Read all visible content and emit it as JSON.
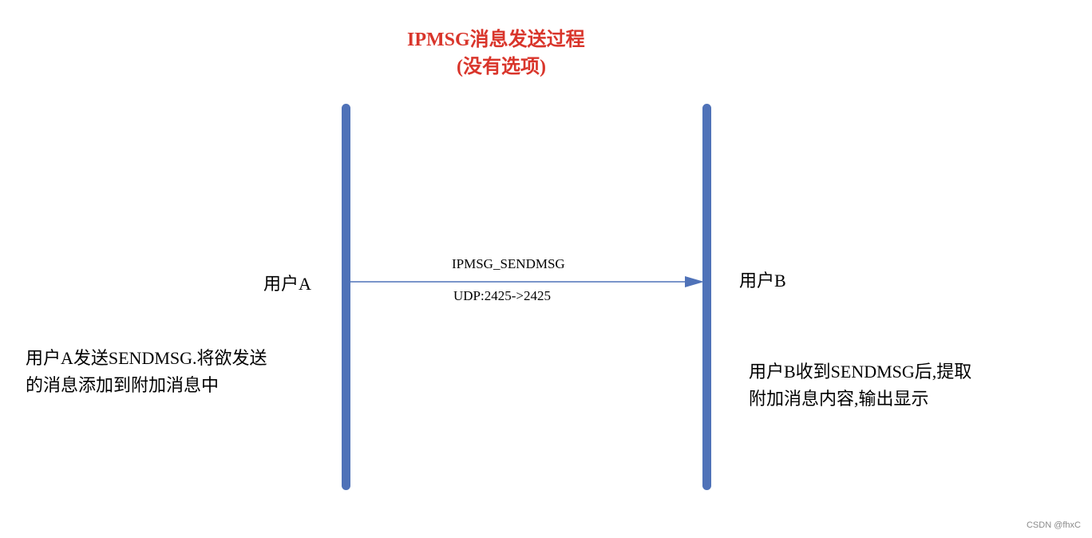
{
  "title": {
    "line1": "IPMSG消息发送过程",
    "line2": "(没有选项)"
  },
  "actors": {
    "a": "用户A",
    "b": "用户B"
  },
  "message": {
    "name": "IPMSG_SENDMSG",
    "port": "UDP:2425->2425"
  },
  "notes": {
    "a": {
      "line1": "用户A发送SENDMSG.将欲发送",
      "line2": "的消息添加到附加消息中"
    },
    "b": {
      "line1": "用户B收到SENDMSG后,提取",
      "line2": "附加消息内容,输出显示"
    }
  },
  "watermark": "CSDN @fhxC",
  "colors": {
    "title": "#d9352b",
    "lifeline": "#4f72b8",
    "arrow": "#4f72b8"
  }
}
